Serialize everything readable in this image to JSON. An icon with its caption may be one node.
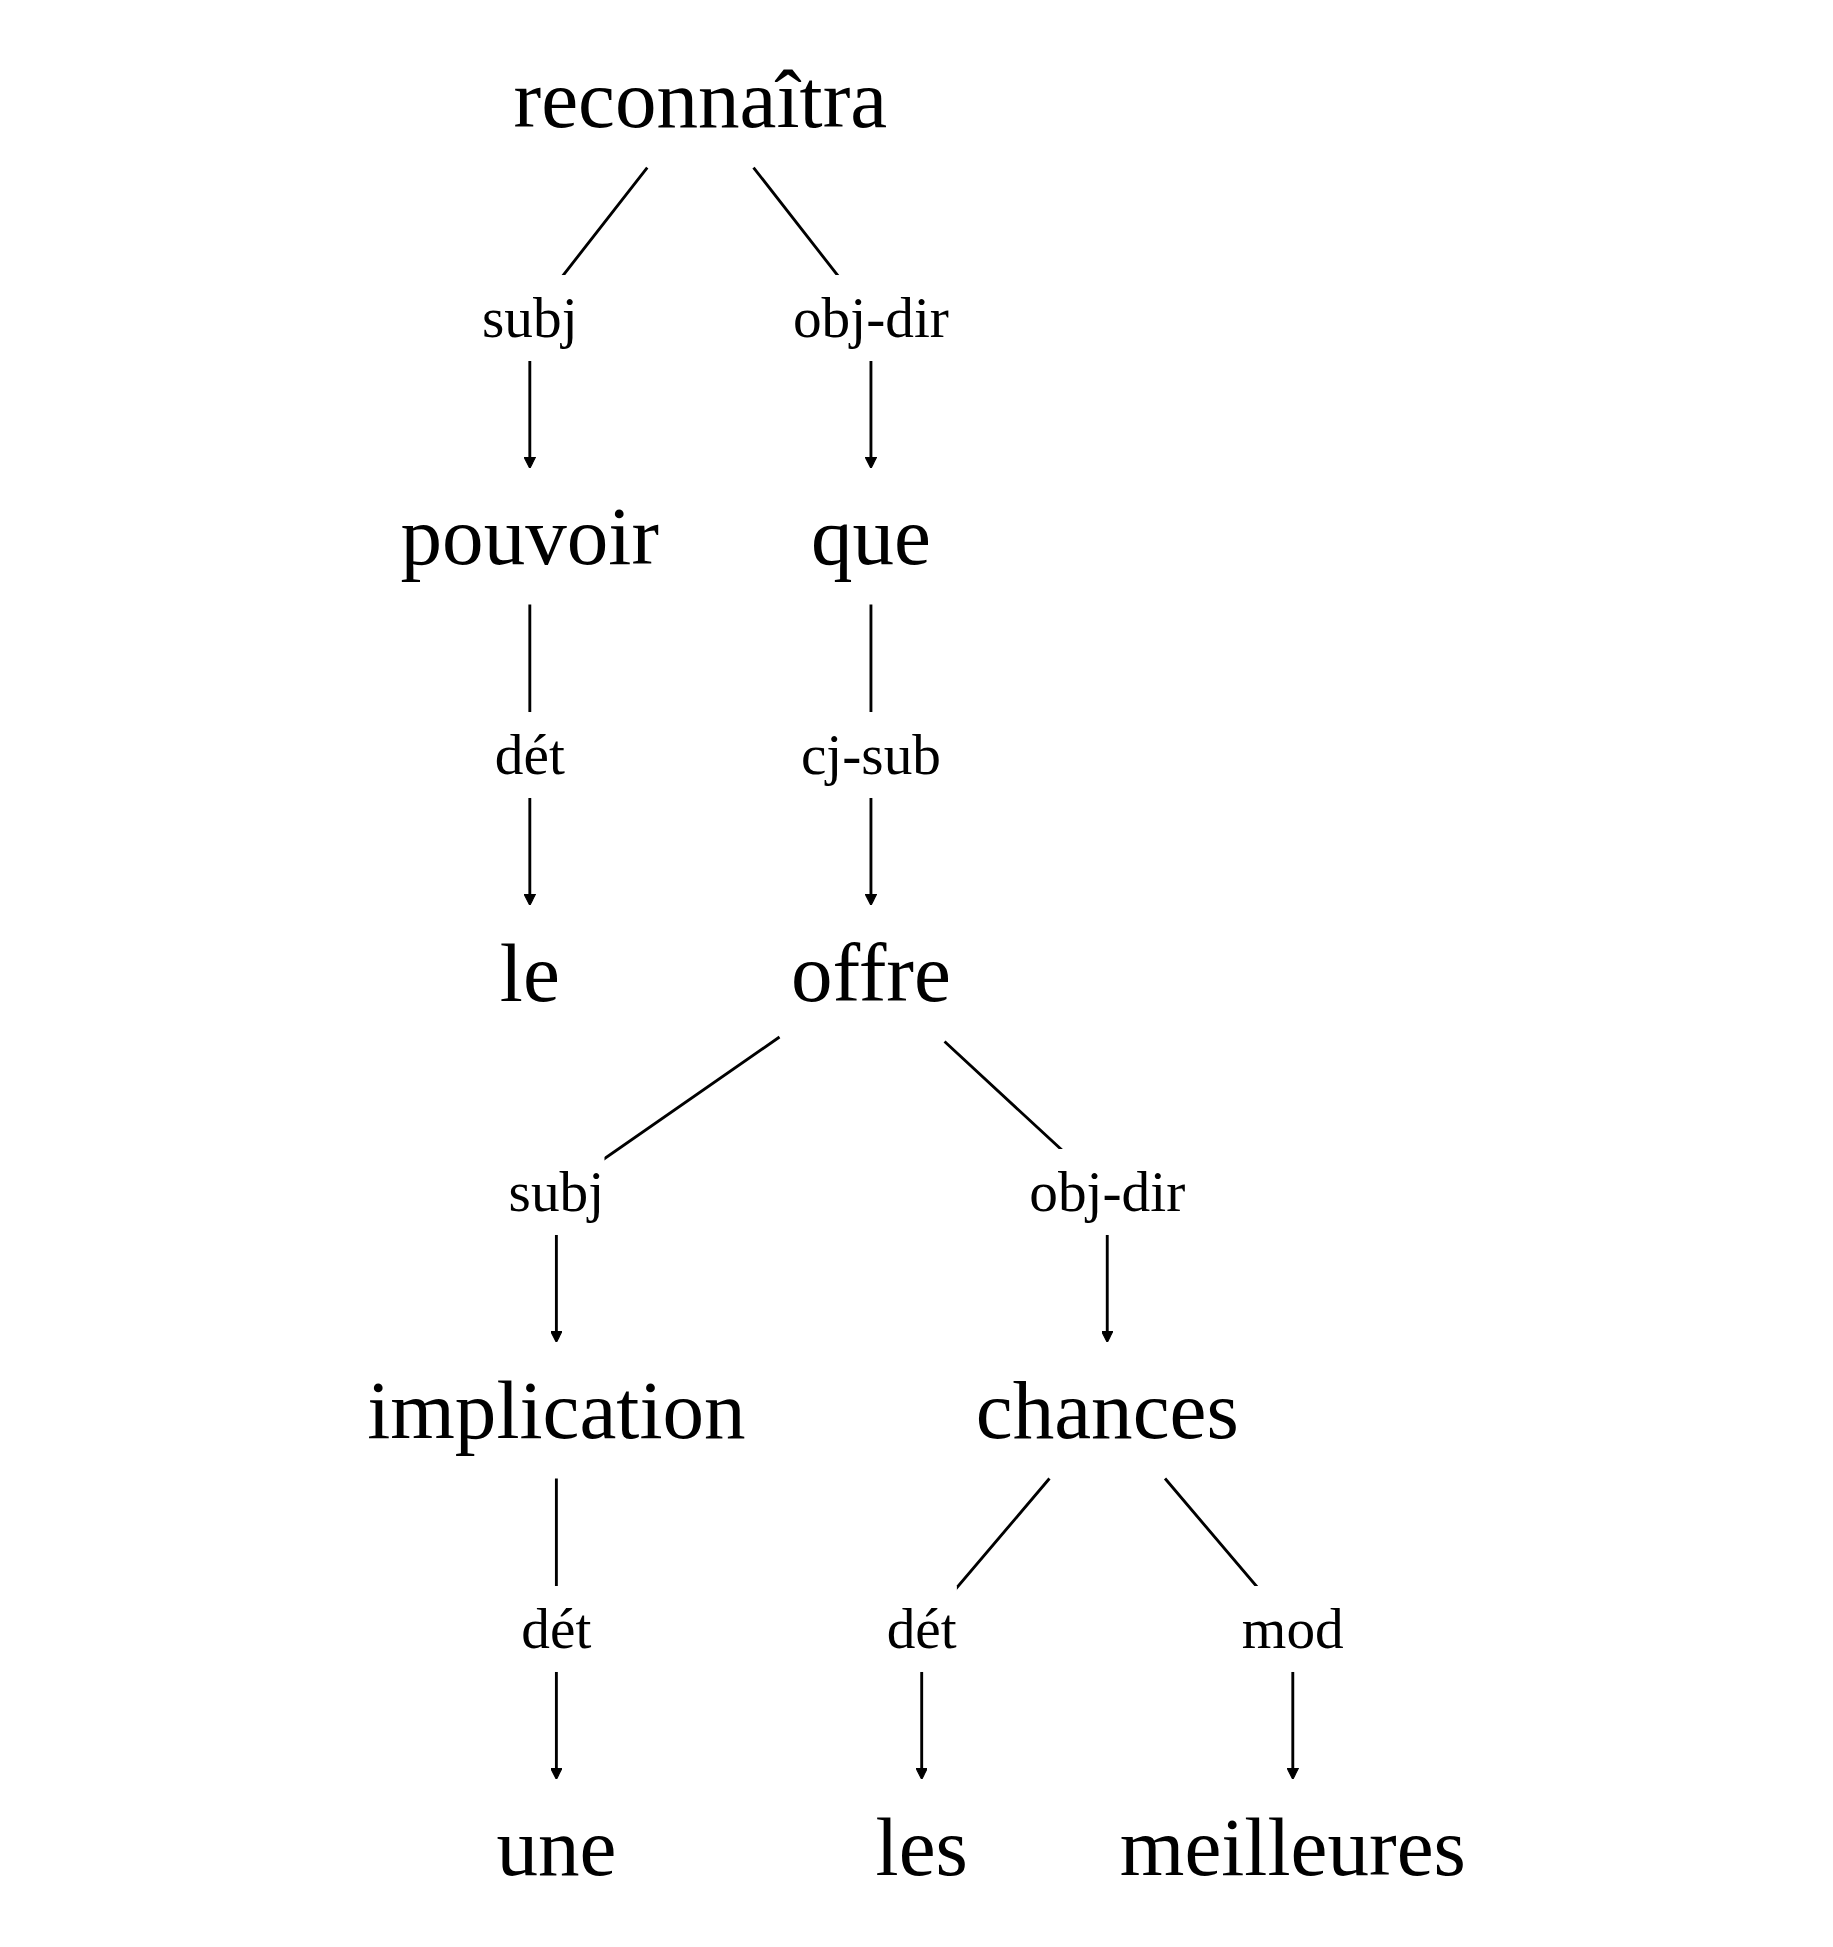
{
  "diagram": {
    "nodes": [
      {
        "text": [
          "reconnaîtra"
        ]
      },
      {
        "text": [
          "pouvoir"
        ]
      },
      {
        "text": [
          "que"
        ]
      },
      {
        "text": [
          "le"
        ]
      },
      {
        "text": [
          "offre"
        ]
      },
      {
        "text": [
          "implication"
        ]
      },
      {
        "text": [
          "chances"
        ]
      },
      {
        "text": [
          "une"
        ]
      },
      {
        "text": [
          "les"
        ]
      },
      {
        "text": [
          "meilleures"
        ]
      }
    ],
    "edges": [
      {
        "from": 0,
        "to": 1,
        "arrow": "to",
        "label": "subj"
      },
      {
        "from": 0,
        "to": 2,
        "arrow": "to",
        "label": "obj-dir"
      },
      {
        "from": 1,
        "to": 3,
        "arrow": "to",
        "label": "dét"
      },
      {
        "from": 2,
        "to": 4,
        "arrow": "to",
        "label": "cj-sub"
      },
      {
        "from": 4,
        "to": 5,
        "arrow": "to",
        "label": "subj"
      },
      {
        "from": 4,
        "to": 6,
        "arrow": "to",
        "label": "obj-dir"
      },
      {
        "from": 5,
        "to": 7,
        "arrow": "to",
        "label": "dét"
      },
      {
        "from": 6,
        "to": 8,
        "arrow": "to",
        "label": "dét"
      },
      {
        "from": 6,
        "to": 9,
        "arrow": "to",
        "label": "mod"
      }
    ]
  }
}
